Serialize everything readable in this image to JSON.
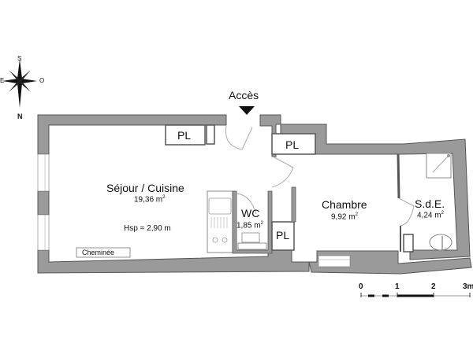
{
  "plan": {
    "access_label": "Accès",
    "compass": {
      "top": "S",
      "right": "O",
      "left": "E",
      "bottom": "N"
    },
    "rooms": [
      {
        "id": "sejour",
        "name": "Séjour / Cuisine",
        "area": "19,36 m",
        "sup": "2"
      },
      {
        "id": "wc",
        "name": "WC",
        "area": "1,85 m",
        "sup": "2"
      },
      {
        "id": "chambre",
        "name": "Chambre",
        "area": "9,92 m",
        "sup": "2"
      },
      {
        "id": "sde",
        "name": "S.d.E.",
        "area": "4,24 m",
        "sup": "2"
      }
    ],
    "ceiling_height": "Hsp = 2,90 m",
    "fireplace_label": "Cheminée",
    "closets": [
      "PL",
      "PL",
      "PL"
    ],
    "scale": {
      "ticks": [
        "0",
        "1",
        "2",
        "3m"
      ]
    }
  },
  "colors": {
    "wall": "#9a9a9a",
    "wall_edge": "#555555",
    "line": "#444444"
  }
}
